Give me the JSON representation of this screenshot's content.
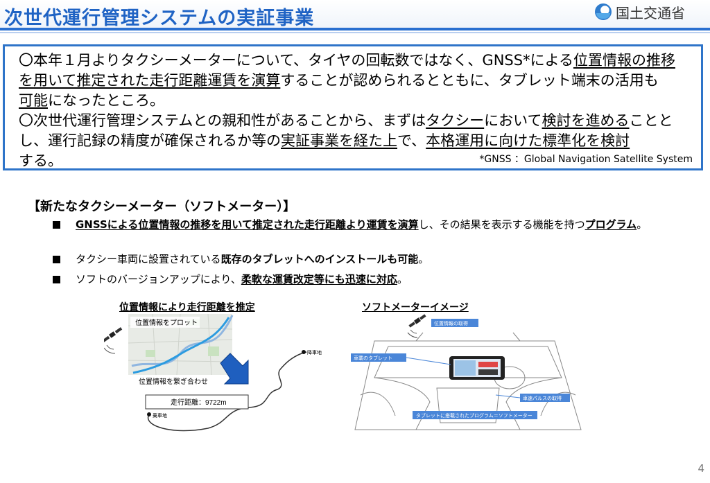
{
  "header": {
    "title": "次世代運行管理システムの実証事業",
    "ministry": "国土交通省"
  },
  "summary": {
    "p1_a": "〇本年１月よりタクシーメーターについて、タイヤの回転数ではなく、GNSS*による",
    "p1_b": "位置情報の推移",
    "p1_c": "を用いて推定された走行距離運賃を演算",
    "p1_d": "することが認められるとともに、タブレット端末の活用も",
    "p1_e": "可能",
    "p1_f": "になったところ。",
    "p2_a": "〇次世代運行管理システムとの親和性があることから、まずは",
    "p2_b": "タクシー",
    "p2_c": "において",
    "p2_d": "検討を進める",
    "p2_e": "こととし、運行記録の精度が確保されるか等の",
    "p2_f": "実証事業を経た上",
    "p2_g": "で、",
    "p2_h": "本格運用に向けた標準化を検討",
    "p2_i": "する。",
    "note": "*GNSS ：Global Navigation Satellite System"
  },
  "section": {
    "heading": "【新たなタクシーメーター（ソフトメーター）】",
    "bullets": [
      {
        "bold": "GNSSによる位置情報の推移を用いて推定された走行距離より運賃を演算",
        "rest": "し、その結果を表示する機能を持つ",
        "tail": "プログラム",
        "end": "。"
      },
      {
        "pre": "タクシー車両に設置されている",
        "bold": "既存のタブレットへのインストールも可能",
        "end": "。"
      },
      {
        "pre": "ソフトのバージョンアップにより、",
        "bold": "柔軟な運賃改定等にも迅速に対応",
        "end": "。"
      }
    ]
  },
  "diagram_left": {
    "title": "位置情報により走行距離を推定",
    "plot_label": "位置情報をプロット",
    "connect_label": "位置情報を繋ぎ合わせ",
    "distance_label": "走行距離：9722m",
    "dropoff": "降車地",
    "pickup": "乗車地"
  },
  "diagram_right": {
    "title": "ソフトメーターイメージ",
    "gps_label": "位置情報の取得",
    "tablet_label": "車載のタブレット",
    "pulse_label": "車速パルスの取得",
    "program_label": "タブレットに搭載されたプログラム＝ソフトメーター"
  },
  "page_number": "4",
  "colors": {
    "title_blue": "#1f63c4",
    "box_border": "#2e74c9",
    "route_blue": "#2b9be0",
    "arrow_blue": "#1f5fbf",
    "label_blue": "#4a86d8"
  }
}
